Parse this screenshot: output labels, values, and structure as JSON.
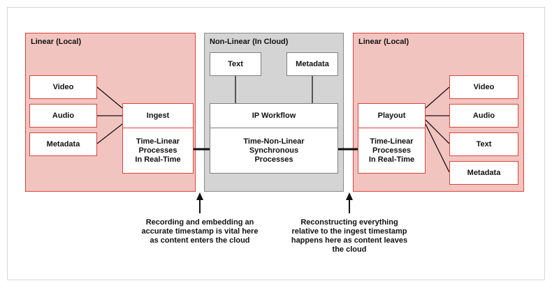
{
  "panels": {
    "left_local": {
      "title": "Linear (Local)",
      "inputs": [
        "Video",
        "Audio",
        "Metadata"
      ],
      "process": {
        "head": "Ingest",
        "body": "Time-Linear\nProcesses\nIn Real-Time"
      }
    },
    "cloud": {
      "title": "Non-Linear (In Cloud)",
      "inputs": [
        "Text",
        "Metadata"
      ],
      "process": {
        "head": "IP Workflow",
        "body": "Time-Non-Linear\nSynchronous\nProcesses"
      }
    },
    "right_local": {
      "title": "Linear (Local)",
      "outputs": [
        "Video",
        "Audio",
        "Text",
        "Metadata"
      ],
      "process": {
        "head": "Playout",
        "body": "Time-Linear\nProcesses\nIn Real-Time"
      }
    }
  },
  "notes": {
    "left": "Recording and embedding an\naccurate timestamp is vital here\nas content enters the cloud",
    "right": "Reconstructing everything\nrelative to the  ingest timestamp\nhappens here as content leaves\nthe cloud"
  },
  "colors": {
    "local_fill": "#f2c4c0",
    "local_border": "#d9453a",
    "cloud_fill": "#d4d4d4",
    "cloud_border": "#8a8a8a"
  }
}
